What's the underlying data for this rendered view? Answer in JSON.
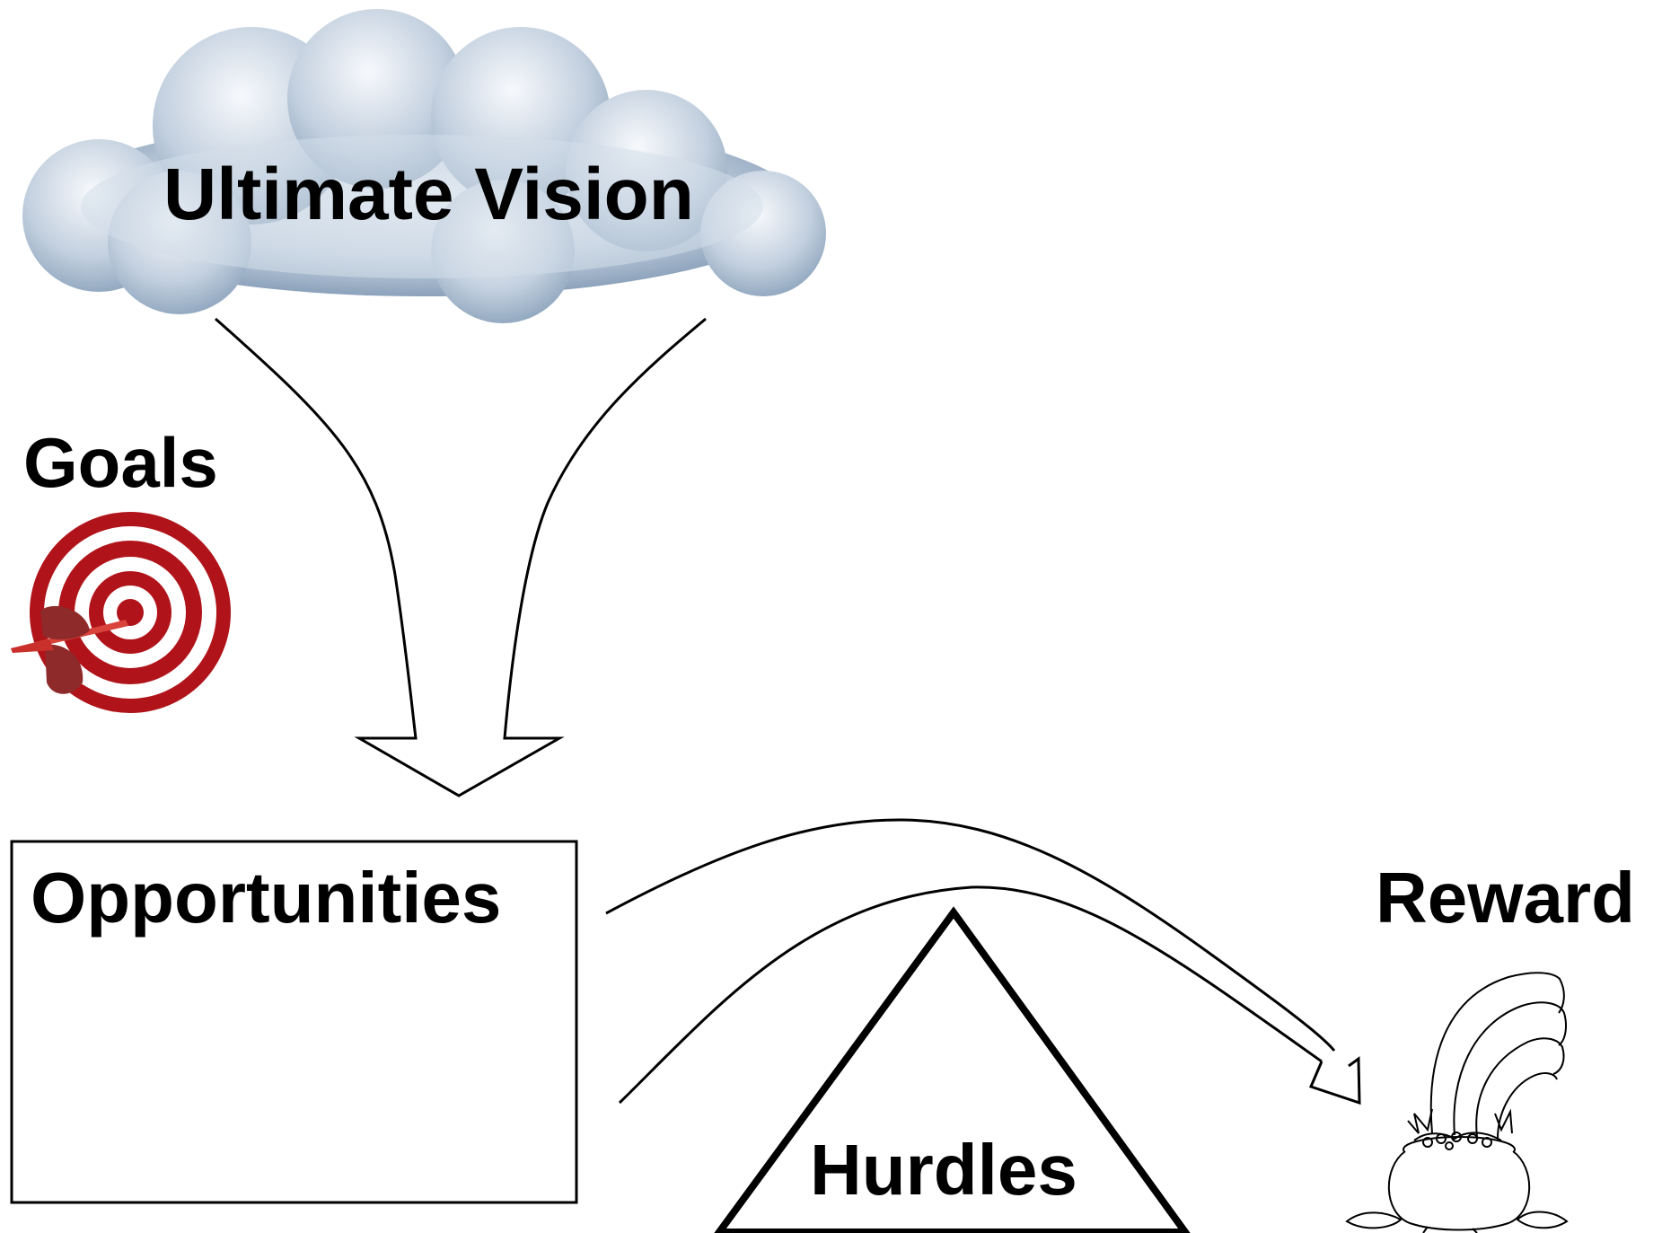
{
  "diagram": {
    "labels": {
      "vision": "Ultimate Vision",
      "goals": "Goals",
      "opportunities": "Opportunities",
      "hurdles": "Hurdles",
      "reward": "Reward"
    },
    "icons": {
      "cloud": "cloud-icon",
      "target": "target-dart-icon",
      "pot": "pot-of-gold-icon",
      "rainbow": "rainbow-icon"
    },
    "colors": {
      "cloud_light": "#eef2f7",
      "cloud_dark": "#7e97b2",
      "target_red": "#b0141a",
      "dart_red": "#c9302c",
      "stroke": "#000000"
    }
  }
}
